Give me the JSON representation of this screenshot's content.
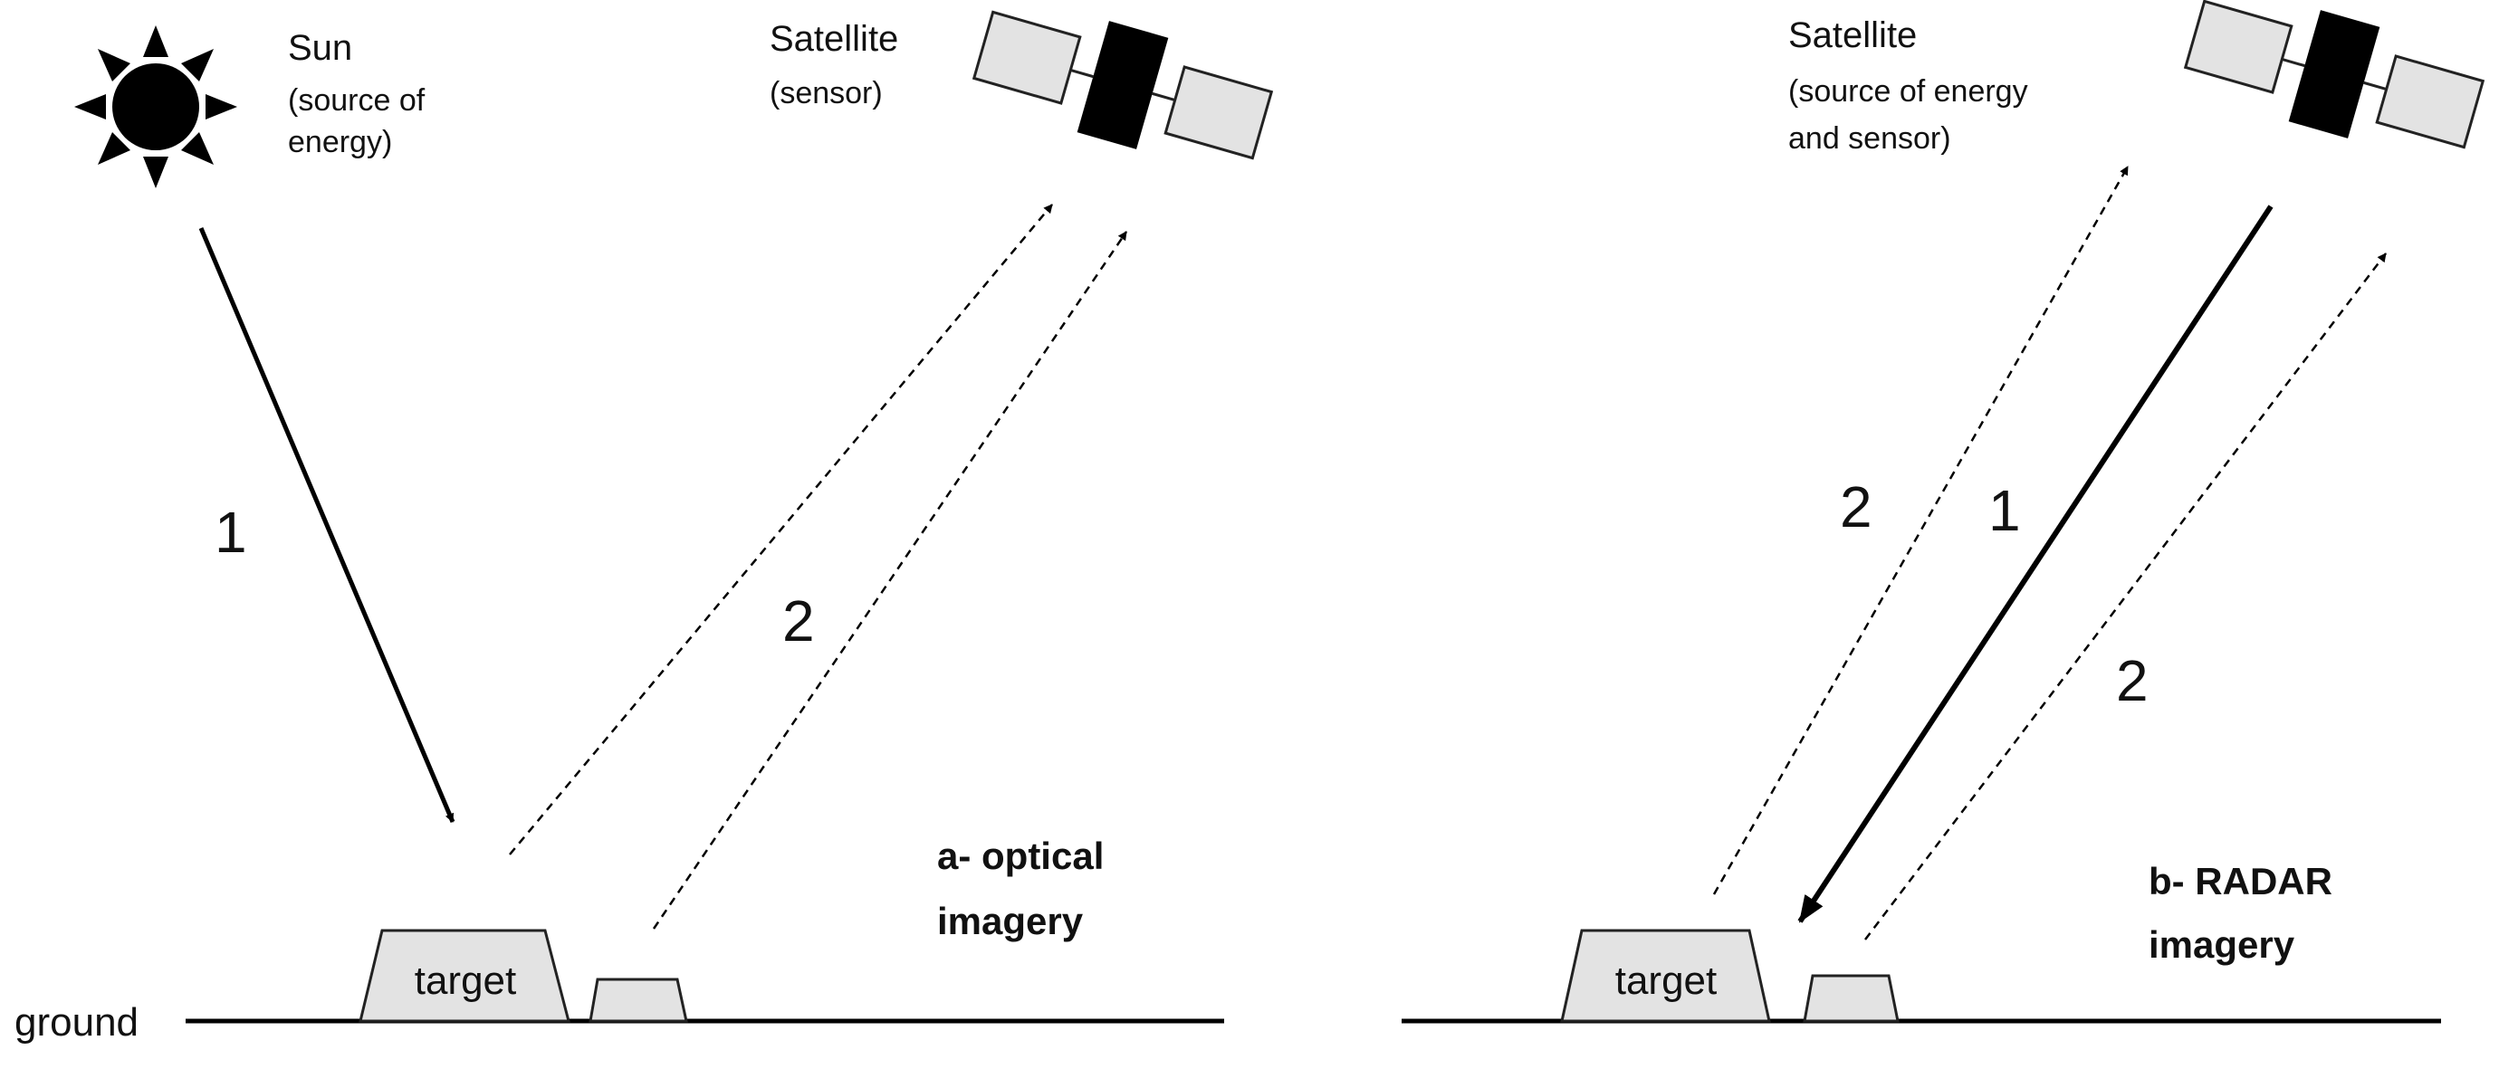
{
  "colors": {
    "ink": "#000000",
    "box_fill": "#e3e3e3",
    "box_stroke": "#222222"
  },
  "icons": {
    "sun": "sun-icon",
    "satellite": "satellite-icon"
  },
  "panel_a": {
    "sun_title": "Sun",
    "sun_desc_1": "(source of",
    "sun_desc_2": "energy)",
    "satellite_title": "Satellite",
    "satellite_desc": "(sensor)",
    "label_1": "1",
    "label_2": "2",
    "target": "target",
    "ground": "ground",
    "caption_1": "a- optical",
    "caption_2": "imagery"
  },
  "panel_b": {
    "satellite_title": "Satellite",
    "satellite_desc_1": "(source of energy",
    "satellite_desc_2": "and sensor)",
    "label_1": "1",
    "label_2_left": "2",
    "label_2_right": "2",
    "target": "target",
    "caption_1": "b- RADAR",
    "caption_2": "imagery"
  }
}
